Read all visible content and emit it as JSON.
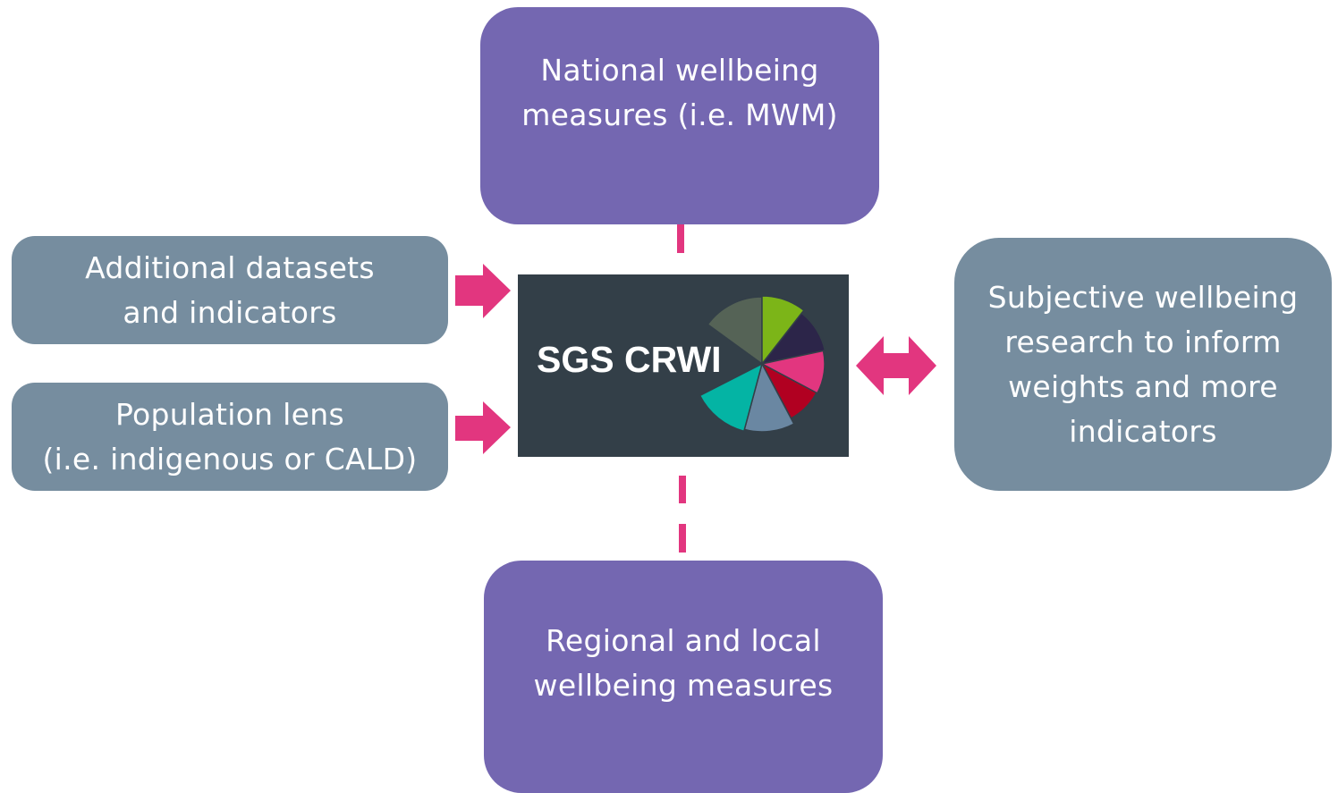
{
  "center": {
    "logo_text": "SGS CRWI",
    "pie_colors": [
      "#556356",
      "#7cb518",
      "#2c2549",
      "#e2367f",
      "#b10021",
      "#6a87a2",
      "#04b4a4"
    ]
  },
  "nodes": {
    "national": {
      "lines": [
        "National wellbeing",
        "measures (i.e. MWM)"
      ],
      "color": "#7467b1"
    },
    "regional": {
      "lines": [
        "Regional and local",
        "wellbeing measures"
      ],
      "color": "#7467b1"
    },
    "additional": {
      "lines": [
        "Additional datasets",
        "and indicators"
      ],
      "color": "#768d9f"
    },
    "population": {
      "lines": [
        "Population lens",
        "(i.e. indigenous or CALD)"
      ],
      "color": "#768d9f"
    },
    "subjective": {
      "lines": [
        "Subjective wellbeing",
        "research to inform",
        "weights and more",
        "indicators"
      ],
      "color": "#768d9f"
    }
  },
  "connector_color": "#e2367f"
}
